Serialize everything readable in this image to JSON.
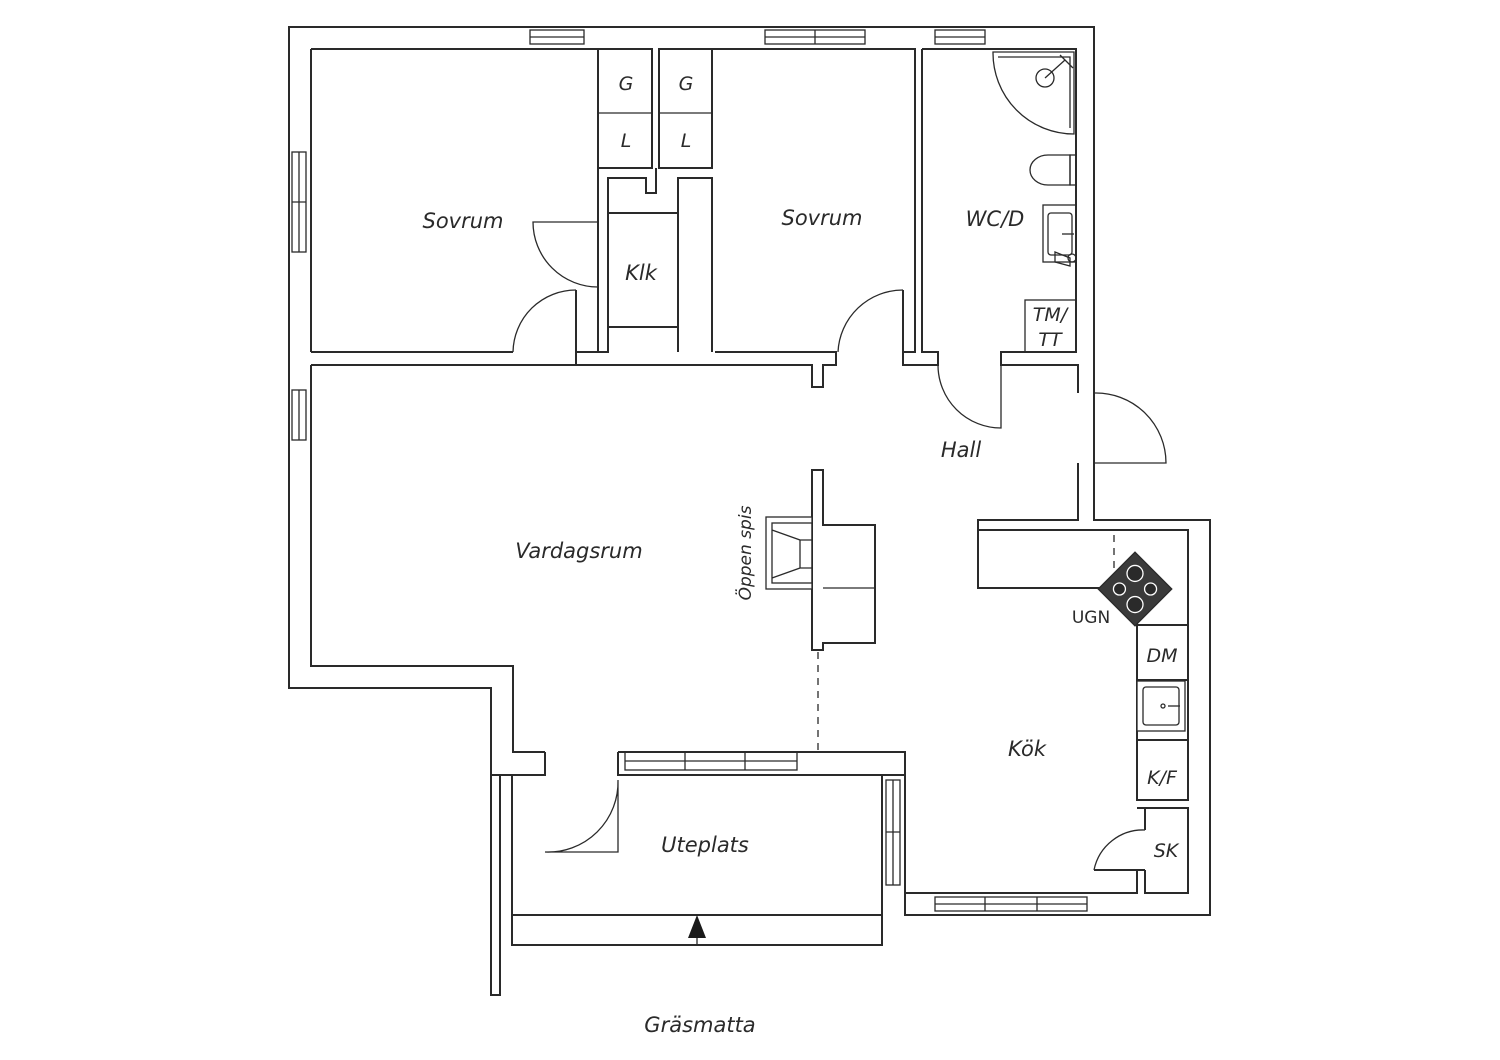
{
  "rooms": {
    "sovrum_1": "Sovrum",
    "sovrum_2": "Sovrum",
    "klk": "Klk",
    "wc": "WC/D",
    "hall": "Hall",
    "vardagsrum": "Vardagsrum",
    "kok": "Kök",
    "uteplats": "Uteplats",
    "grasmatta": "Gräsmatta"
  },
  "fixtures": {
    "g1": "G",
    "l1": "L",
    "g2": "G",
    "l2": "L",
    "tm_line1": "TM/",
    "tm_line2": "TT",
    "oppen_spis": "Öppen spis",
    "ugn": "UGN",
    "dm": "DM",
    "kf": "K/F",
    "sk": "SK"
  },
  "colors": {
    "line": "#2a2a2a",
    "background": "#ffffff",
    "stove_fill": "#3a3a3a"
  }
}
